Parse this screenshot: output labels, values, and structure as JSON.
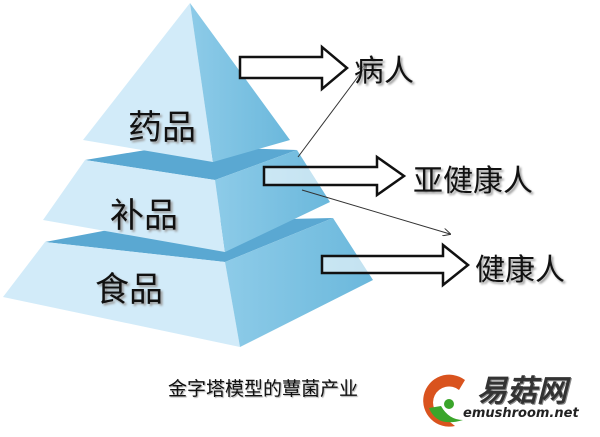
{
  "tiers": [
    {
      "label": "药品"
    },
    {
      "label": "补品"
    },
    {
      "label": "食品"
    }
  ],
  "targets": [
    {
      "label": "病人"
    },
    {
      "label": "亚健康人"
    },
    {
      "label": "健康人"
    }
  ],
  "caption": "金字塔模型的蕈菌产业",
  "logo": {
    "name": "易菇网",
    "url": "emushroom.net"
  },
  "colors": {
    "front": "#cfe9f8",
    "right": "#7fc4e3",
    "band": "#5aa8d2"
  }
}
